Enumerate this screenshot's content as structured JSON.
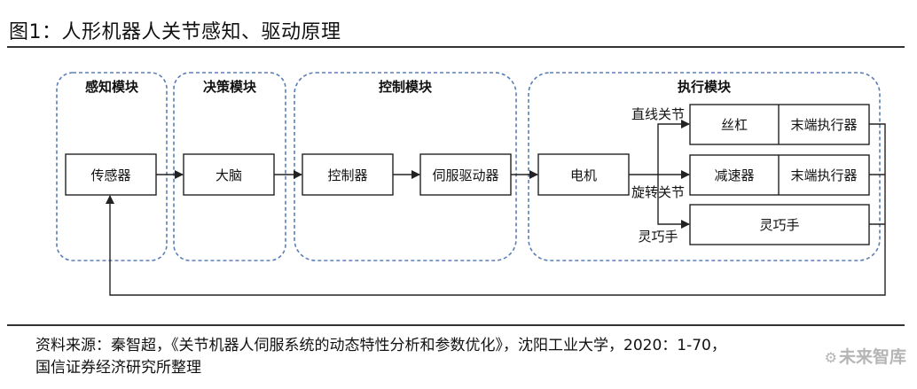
{
  "figure": {
    "title": "图1：人形机器人关节感知、驱动原理"
  },
  "modules": [
    {
      "id": "perception",
      "label": "感知模块"
    },
    {
      "id": "decision",
      "label": "决策模块"
    },
    {
      "id": "control",
      "label": "控制模块"
    },
    {
      "id": "execution",
      "label": "执行模块"
    }
  ],
  "nodes": {
    "sensor": "传感器",
    "brain": "大脑",
    "controller": "控制器",
    "servo_driver": "伺服驱动器",
    "motor": "电机",
    "lead_screw": "丝杠",
    "end_effector_1": "末端执行器",
    "reducer": "减速器",
    "end_effector_2": "末端执行器",
    "dexterous_hand": "灵巧手"
  },
  "edge_labels": {
    "linear_joint": "直线关节",
    "rotary_joint": "旋转关节",
    "dexterous_hand": "灵巧手"
  },
  "footer": {
    "source_line1": "资料来源：秦智超，《关节机器人伺服系统的动态特性分析和参数优化》，沈阳工业大学，2020：1-70，",
    "source_line2": "国信证券经济研究所整理"
  },
  "watermark": {
    "text": "未来智库"
  },
  "colors": {
    "module_border": "#5a7fb5",
    "box_border": "#222222",
    "arrow": "#222222"
  }
}
